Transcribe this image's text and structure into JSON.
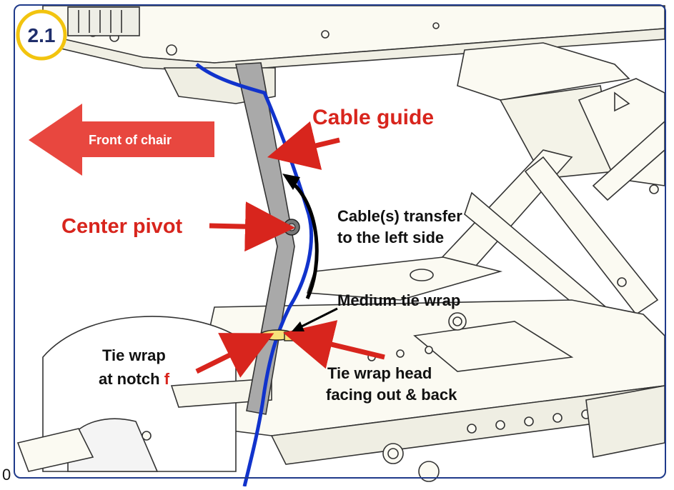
{
  "step_badge": "2.1",
  "corner_mark": "0",
  "labels": {
    "front_of_chair": "Front of chair",
    "cable_guide": "Cable guide",
    "center_pivot": "Center pivot",
    "cable_transfer_line1": "Cable(s) transfer",
    "cable_transfer_line2": "to the left side",
    "medium_tie_wrap": "Medium tie wrap",
    "tie_wrap_notch_line1": "Tie wrap",
    "tie_wrap_notch_line2": "at notch",
    "notch_letter": "f",
    "tie_wrap_head_line1": "Tie wrap head",
    "tie_wrap_head_line2": "facing out & back"
  },
  "colors": {
    "callout_red": "#d8251d",
    "badge_border": "#f2c40f",
    "frame_blue": "#1f3a8a",
    "cable_blue": "#1133cc",
    "tie_wrap_yellow": "#f6e27a"
  }
}
